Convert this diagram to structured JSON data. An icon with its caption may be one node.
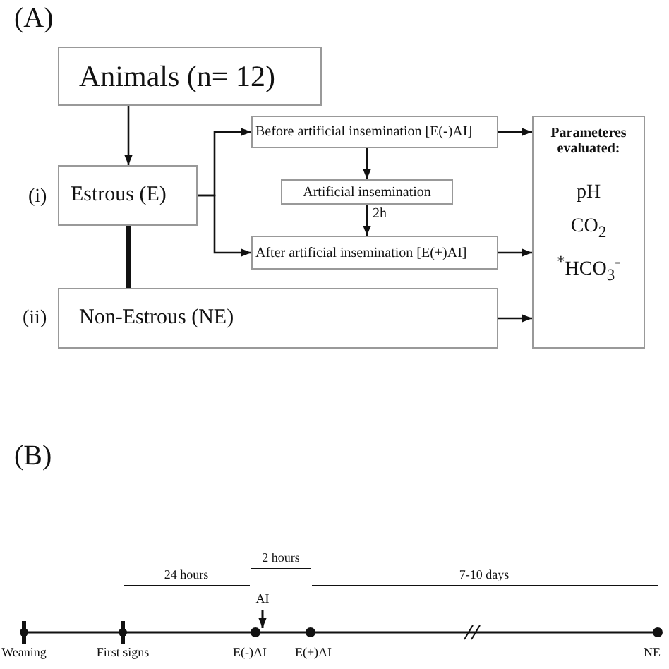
{
  "diagram": {
    "nodes": [
      {
        "text": [
          "Animals  (n= 12)"
        ]
      },
      {
        "text": [
          "Estrous (E)"
        ],
        "beside": [
          "(i)"
        ]
      },
      {
        "text": [
          "Before artificial insemination [E(-)AI]"
        ]
      },
      {
        "text": [
          "Artificial insemination"
        ]
      },
      {
        "text": [
          "After artificial insemination [E(+)AI]"
        ]
      },
      {
        "text": [
          "Non-Estrous (NE)"
        ],
        "beside": [
          "(ii)"
        ]
      },
      {
        "text": [
          "Parameteres evaluated:",
          "pH",
          "CO$_{2}$",
          "$^{*}$HCO$_{3}$$^{-}$"
        ]
      }
    ],
    "edges": [
      {
        "from": 0,
        "to": 1,
        "arrow": "to"
      },
      {
        "from": 1,
        "to": 2,
        "arrow": "to"
      },
      {
        "from": 1,
        "to": 4,
        "arrow": "to"
      },
      {
        "from": 2,
        "to": 3,
        "arrow": "to"
      },
      {
        "from": 3,
        "to": 4,
        "arrow": "to",
        "label": "2h"
      },
      {
        "from": 2,
        "to": 6,
        "arrow": "to"
      },
      {
        "from": 4,
        "to": 6,
        "arrow": "to"
      },
      {
        "from": 5,
        "to": 6,
        "arrow": "to"
      },
      {
        "from": 1,
        "to": 5,
        "arrow": "none",
        "style": "thick"
      }
    ],
    "labels": [
      "(A)",
      "(B)",
      "2 hours",
      "24 hours",
      "7-10 days",
      "AI",
      "Weaning",
      "First signs",
      "E(-)AI",
      "E(+)AI",
      "NE"
    ]
  }
}
